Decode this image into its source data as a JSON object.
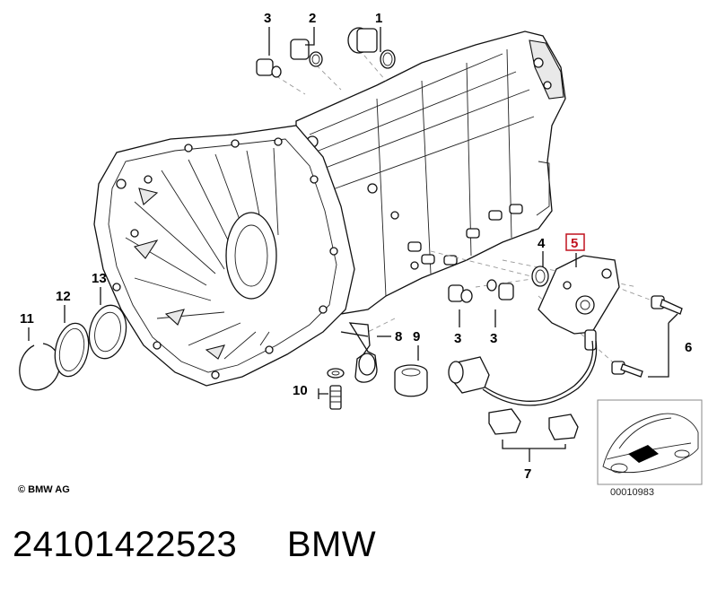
{
  "diagram": {
    "callouts": {
      "c1": "1",
      "c2": "2",
      "c3a": "3",
      "c3b": "3",
      "c3c": "3",
      "c4": "4",
      "c5": "5",
      "c6": "6",
      "c7": "7",
      "c8": "8",
      "c9": "9",
      "c10": "10",
      "c11": "11",
      "c12": "12",
      "c13": "13"
    },
    "highlight_color": "#c1121f",
    "copyright": "© BMW AG",
    "thumbnail_code": "00010983"
  },
  "footer": {
    "part_number": "24101422523",
    "brand": "BMW"
  }
}
